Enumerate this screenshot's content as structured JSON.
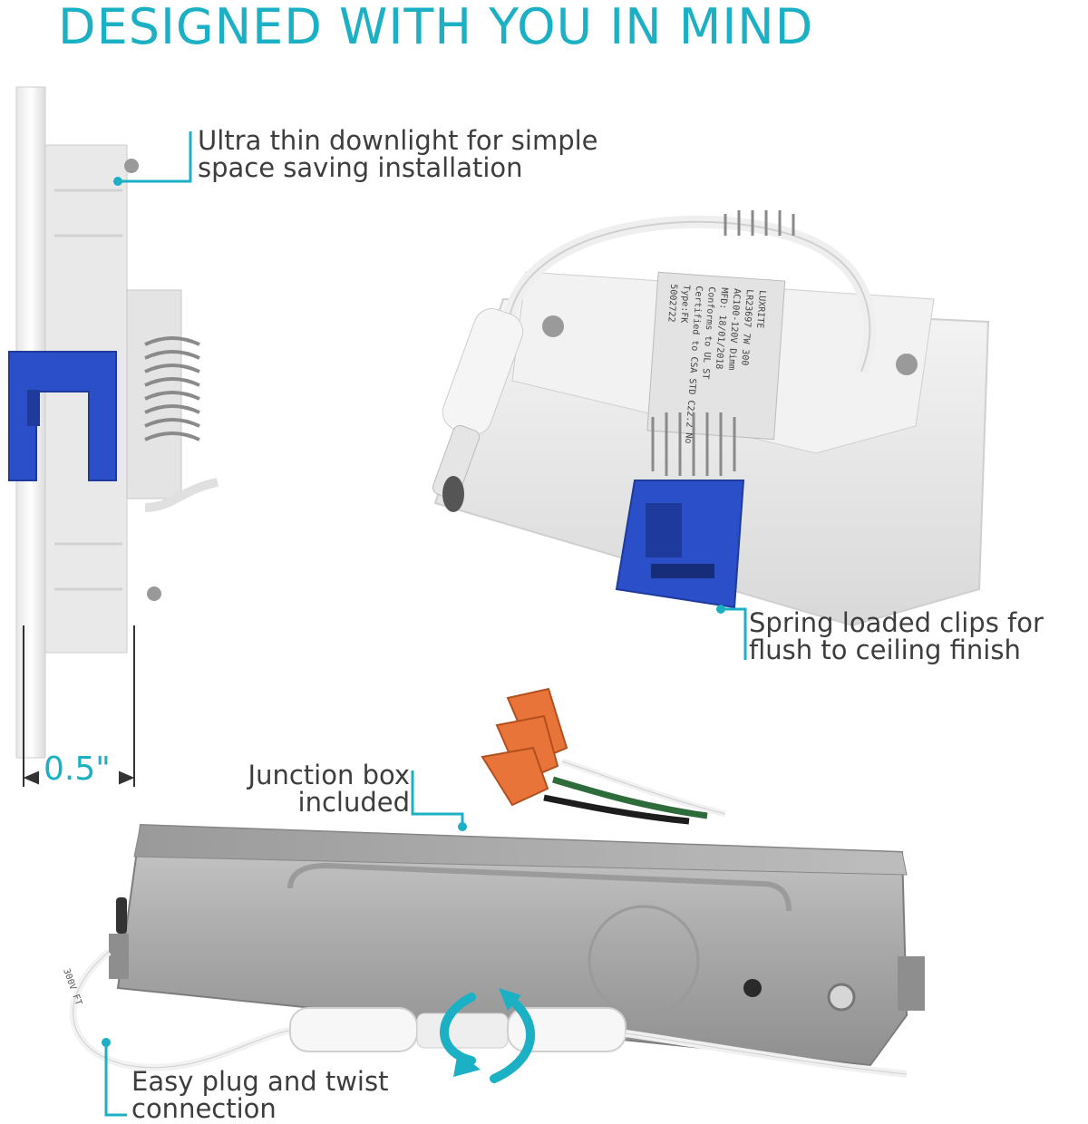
{
  "headline": "DESIGNED WITH YOU IN MIND",
  "callouts": {
    "ultra_thin": [
      "Ultra thin downlight for simple",
      "space saving installation"
    ],
    "spring_clips": [
      "Spring loaded clips for",
      "flush to ceiling finish"
    ],
    "junction_box": [
      "Junction box",
      "included"
    ],
    "plug_twist": [
      "Easy plug and twist",
      "connection"
    ]
  },
  "dimension": "0.5\"",
  "product_labels": {
    "brand": "LUXRITE",
    "model": "LR23697 7W 300",
    "input": "AC100-120V Dimm",
    "mfd": "MFD: 18/01/2018",
    "conforms": "Conforms to UL ST",
    "certified": "Certified to CSA STD C22.2 No",
    "type": "Type:FK",
    "code": "5002722",
    "cable": "300V FT"
  },
  "colors": {
    "accent": "#1bb0c4",
    "clip_blue": "#2b4fc9",
    "nut_orange": "#e8743a",
    "metal": "#b8b8b8"
  }
}
